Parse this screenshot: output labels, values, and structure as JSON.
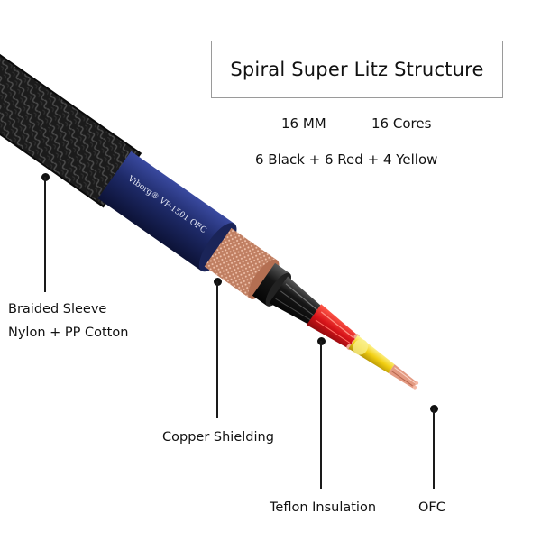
{
  "title": "Spiral Super Litz Structure",
  "specs": {
    "size": "16 MM",
    "cores": "16 Cores",
    "composition": "6 Black + 6 Red + 4 Yellow"
  },
  "jacket_print": "Viborg® VP-1501 OFC",
  "callouts": {
    "sleeve_line1": "Braided Sleeve",
    "sleeve_line2": "Nylon + PP Cotton",
    "shielding": "Copper Shielding",
    "insulation": "Teflon Insulation",
    "conductor": "OFC"
  },
  "colors": {
    "sleeve": "#1c1c1c",
    "jacket": "#1f2a63",
    "shield": "#c98a6a",
    "black_wires": "#151515",
    "red_wires": "#e01b1b",
    "yellow_wires": "#f3d21a",
    "copper": "#e8a08a"
  }
}
